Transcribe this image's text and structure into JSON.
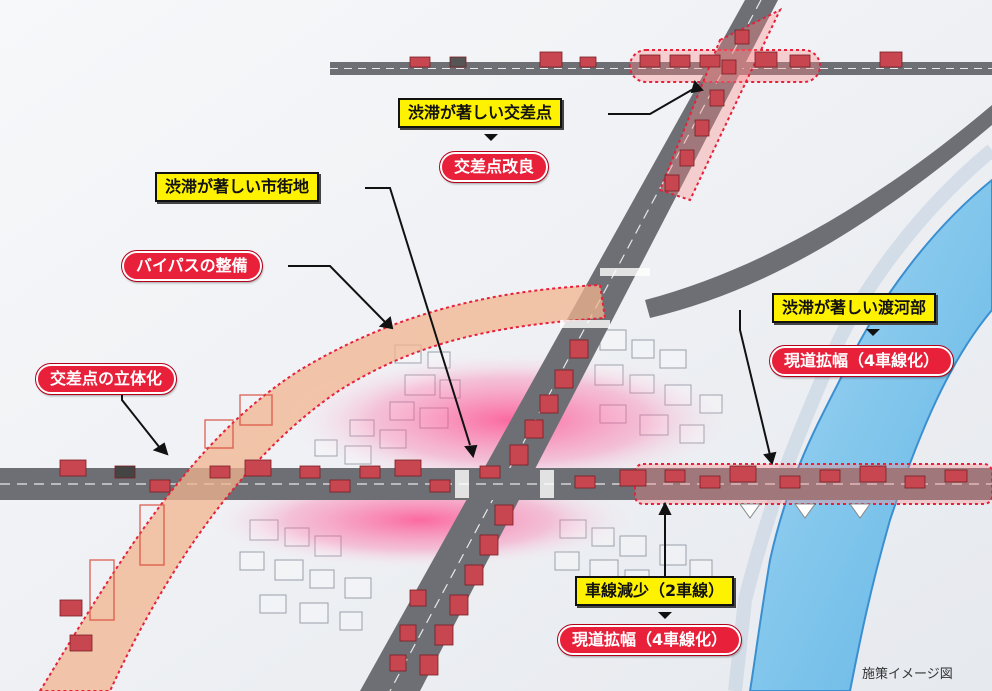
{
  "labels": {
    "congested_intersection": "渋滞が著しい交差点",
    "intersection_improvement": "交差点改良",
    "congested_urban_area": "渋滞が著しい市街地",
    "bypass_development": "バイパスの整備",
    "grade_separation": "交差点の立体化",
    "congested_river_crossing": "渋滞が著しい渡河部",
    "road_widening_upper": "現道拡幅（4車線化）",
    "lane_reduction": "車線減少（2車線）",
    "road_widening_lower": "現道拡幅（4車線化）"
  },
  "caption": "施策イメージ図",
  "colors": {
    "yellow_label": "#fff200",
    "red_label": "#e8203a",
    "road": "#6d6f74",
    "bypass": "#f2b48f",
    "river": "#7fc3ea",
    "congestion": "#ff4d8a"
  }
}
